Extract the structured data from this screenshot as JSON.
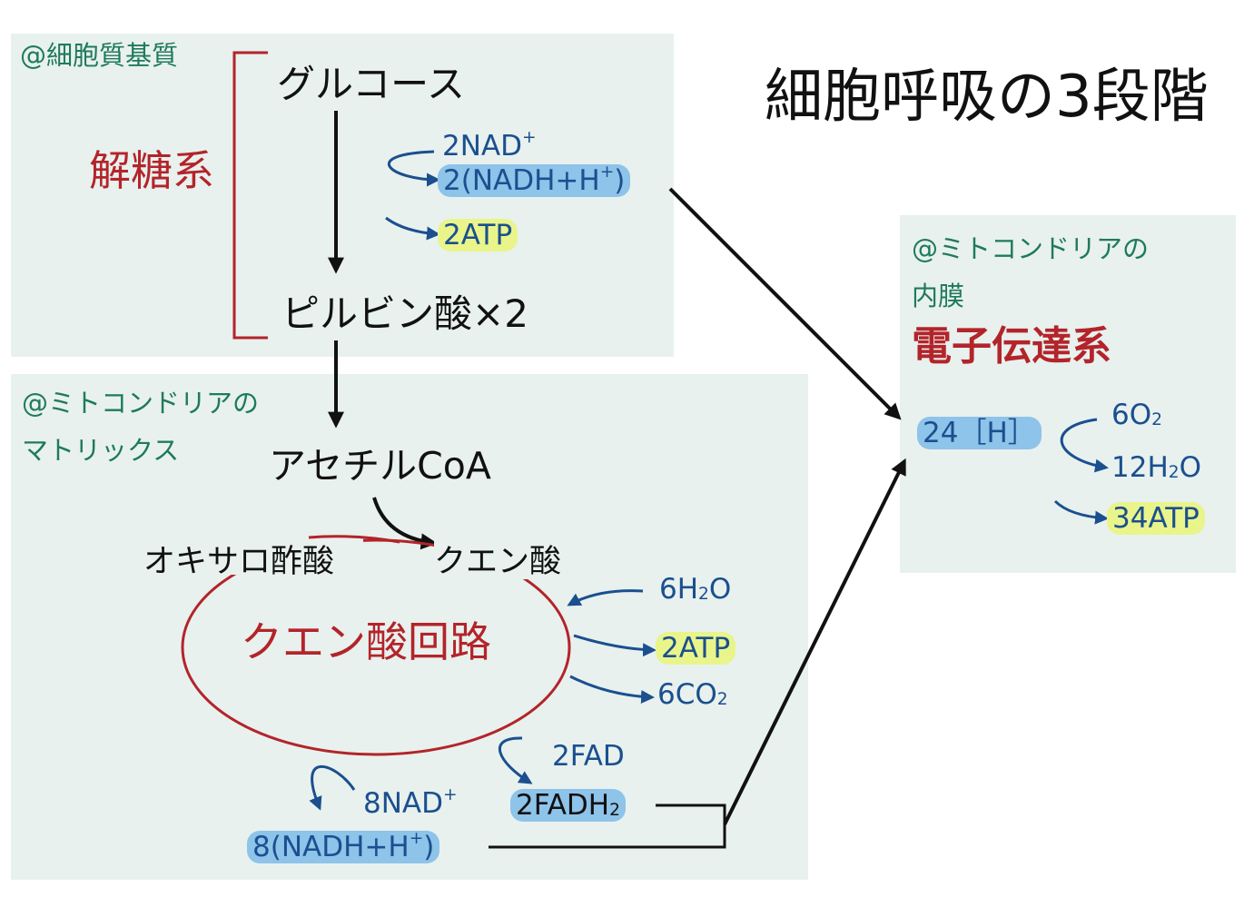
{
  "title": "細胞呼吸の3段階",
  "glycolysis": {
    "location": "@細胞質基質",
    "name": "解糖系",
    "glucose": "グルコース",
    "nad": "2NAD",
    "nad_sup": "+",
    "nadh": "2(NADH+H",
    "nadh_sup": "+",
    "nadh_close": ")",
    "atp": "2ATP",
    "pyruvate": "ピルビン酸×2"
  },
  "citric_cycle": {
    "location_line1": "@ミトコンドリアの",
    "location_line2": "マトリックス",
    "acetyl_coa": "アセチルCoA",
    "oxaloacetate": "オキサロ酢酸",
    "citrate": "クエン酸",
    "name": "クエン酸回路",
    "water_in": "6H",
    "water_in_sub": "2",
    "water_in_tail": "O",
    "atp": "2ATP",
    "co2": "6CO",
    "co2_sub": "2",
    "fad": "2FAD",
    "fadh2": "2FADH",
    "fadh2_sub": "2",
    "nad": "8NAD",
    "nad_sup": "+",
    "nadh": "8(NADH+H",
    "nadh_sup": "+",
    "nadh_close": ")"
  },
  "electron_transport": {
    "location_line1": "@ミトコンドリアの",
    "location_line2": "内膜",
    "name": "電子伝達系",
    "hydrogen": "24［H］",
    "oxygen": "6O",
    "oxygen_sub": "2",
    "water": "12H",
    "water_sub": "2",
    "water_tail": "O",
    "atp": "34ATP"
  },
  "colors": {
    "box_bg": "#e8f1ee",
    "location_text": "#1f7a5c",
    "stage_name": "#b3242a",
    "molecule_text": "#1b4f8f",
    "highlight_blue": "#8ec3ea",
    "highlight_yellow": "#e9f58a"
  }
}
